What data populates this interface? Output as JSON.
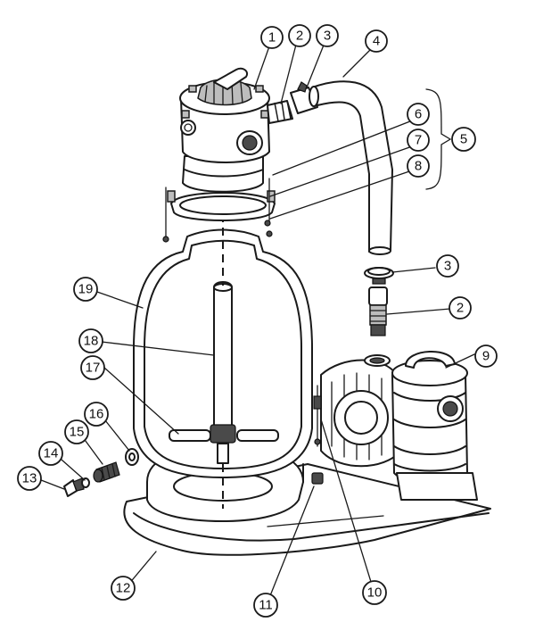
{
  "callouts": {
    "c1": "1",
    "c2a": "2",
    "c3a": "3",
    "c4": "4",
    "c5": "5",
    "c6": "6",
    "c7": "7",
    "c8": "8",
    "c3b": "3",
    "c2b": "2",
    "c9": "9",
    "c19": "19",
    "c18": "18",
    "c17": "17",
    "c16": "16",
    "c15": "15",
    "c14": "14",
    "c13": "13",
    "c12": "12",
    "c11": "11",
    "c10": "10"
  }
}
